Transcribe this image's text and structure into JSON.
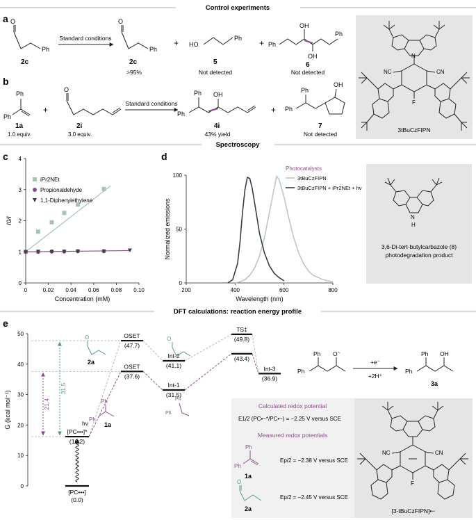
{
  "sections": {
    "control": "Control experiments",
    "spectroscopy": "Spectroscopy",
    "dft": "DFT calculations: reaction energy profile"
  },
  "panels": {
    "a": "a",
    "b": "b",
    "c": "c",
    "d": "d",
    "e": "e"
  },
  "panel_a": {
    "reactant": "2c",
    "conditions": "Standard conditions",
    "product1": "2c",
    "product1_note": ">95%",
    "product2": "5",
    "product2_note": "Not detected",
    "product3": "6",
    "product3_note": "Not detected",
    "plus": "+",
    "ph": "Ph",
    "ho": "HO",
    "oh": "OH",
    "o": "O"
  },
  "panel_b": {
    "reactant1": "1a",
    "reactant1_equiv": "1.0 equiv.",
    "reactant2": "2i",
    "reactant2_equiv": "3.0 equiv.",
    "conditions": "Standard conditions",
    "product1": "4i",
    "product1_note": "43% yield",
    "product2": "7",
    "product2_note": "Not detected"
  },
  "catalyst_top": {
    "name": "3tBuCzFIPN",
    "cn": "NC",
    "cn2": "CN",
    "f": "F",
    "n": "N"
  },
  "chart_c": {
    "type": "scatter",
    "ylabel": "I0/I",
    "xlabel": "Concentration (mM)",
    "xlim": [
      0,
      0.1
    ],
    "ylim": [
      0,
      4
    ],
    "xticks": [
      "0",
      "0.02",
      "0.04",
      "0.06",
      "0.08",
      "0.10"
    ],
    "yticks": [
      "0",
      "1",
      "2",
      "3",
      "4"
    ],
    "series": [
      {
        "name": "iPr2NEt",
        "color": "#a9c4b2",
        "x": [
          0,
          0.011,
          0.023,
          0.034,
          0.046,
          0.069
        ],
        "y": [
          1.0,
          1.65,
          1.95,
          2.25,
          2.52,
          3.02
        ],
        "fit": [
          [
            0,
            1.0
          ],
          [
            0.075,
            3.12
          ]
        ]
      },
      {
        "name": "Propionaldehyde",
        "color": "#8a4f8b",
        "x": [
          0,
          0.011,
          0.023,
          0.034,
          0.046,
          0.069
        ],
        "y": [
          1.0,
          1.0,
          1.01,
          1.01,
          1.02,
          1.02
        ],
        "fit": [
          [
            0,
            1.0
          ],
          [
            0.092,
            1.04
          ]
        ]
      },
      {
        "name": "1,1-Diphenylethylene",
        "color": "#3a3d46",
        "x": [
          0,
          0.011,
          0.023,
          0.034,
          0.046,
          0.069,
          0.092
        ],
        "y": [
          1.0,
          1.01,
          1.0,
          1.01,
          1.02,
          1.02,
          1.05
        ],
        "fit": null
      }
    ]
  },
  "chart_d": {
    "type": "line",
    "ylabel": "Normalized emissions",
    "xlabel": "Wavelength (nm)",
    "xlim": [
      200,
      800
    ],
    "ylim": [
      0,
      100
    ],
    "xticks": [
      "200",
      "400",
      "600",
      "800"
    ],
    "yticks": [
      "0",
      "50",
      "100"
    ],
    "legend_title": "Photocatalysts",
    "series": [
      {
        "name": "3tBuCzFIPN",
        "color": "#b9c9c0",
        "x": [
          400,
          420,
          440,
          460,
          480,
          500,
          520,
          540,
          560,
          570,
          580,
          600,
          620,
          640,
          660,
          680,
          700,
          720,
          760,
          800
        ],
        "y": [
          0,
          1,
          3,
          7,
          14,
          25,
          42,
          65,
          88,
          99,
          96,
          80,
          60,
          42,
          28,
          18,
          11,
          7,
          3,
          1
        ]
      },
      {
        "name": "3tBuCzFIPN + iPr2NEt + hv",
        "color": "#3a3d46",
        "x": [
          370,
          390,
          410,
          420,
          430,
          440,
          450,
          460,
          470,
          480,
          490,
          500,
          520,
          540,
          560,
          580,
          600
        ],
        "y": [
          0,
          3,
          18,
          38,
          65,
          86,
          98,
          97,
          88,
          74,
          60,
          46,
          28,
          16,
          9,
          5,
          2
        ]
      }
    ]
  },
  "carbazole_box": {
    "name_line1": "3,6-Di-tert-butylcarbazole (8)",
    "name_line2": "photodegradation product",
    "n": "N",
    "h": "H"
  },
  "chart_e": {
    "type": "energy-profile",
    "ylabel": "G (kcal mol⁻¹)",
    "ylim": [
      0,
      50
    ],
    "yticks": [
      "0",
      "10",
      "20",
      "30",
      "40",
      "50"
    ],
    "levels": [
      {
        "id": "pc",
        "label": "[PC•••]",
        "value": 0.0,
        "value_text": "(0.0)"
      },
      {
        "id": "pcstar",
        "label": "[PC•••]*",
        "value": 16.2,
        "value_text": "(16.2)"
      },
      {
        "id": "oset1",
        "label": "OSET",
        "value": 47.7,
        "value_text": "(47.7)"
      },
      {
        "id": "oset2",
        "label": "OSET",
        "value": 37.6,
        "value_text": "(37.6)"
      },
      {
        "id": "int2",
        "label": "Int-2",
        "value": 41.1,
        "value_text": "(41.1)"
      },
      {
        "id": "int1",
        "label": "Int-1",
        "value": 31.5,
        "value_text": "(31.5)"
      },
      {
        "id": "ts1",
        "label": "TS‡",
        "value": 49.8,
        "value_text": "(49.8)"
      },
      {
        "id": "ts2",
        "label": "",
        "value": 43.4,
        "value_text": "(43.4)"
      },
      {
        "id": "int3",
        "label": "Int-3",
        "value": 36.9,
        "value_text": "(36.9)"
      }
    ],
    "gap_labels": [
      "31.5",
      "21.4"
    ],
    "hv": "hν",
    "sub_2a": "2a",
    "sub_1a": "1a",
    "product": "3a",
    "electron": "+e⁻",
    "protons": "+2H⁺",
    "colors": {
      "grey": "#b8b8b8",
      "purple": "#8a4f8b",
      "teal": "#5b9a8b",
      "dark": "#333333"
    }
  },
  "redox_box": {
    "calc_title": "Calculated redox potential",
    "calc_eq": "E1/2 (PC•−*/PC•−) = −2.25 V versus SCE",
    "meas_title": "Measured redox potentials",
    "e1": "Ep/2 = −2.38 V versus SCE",
    "e2": "Ep/2 = −2.45 V versus SCE",
    "label_1a": "1a",
    "label_2a": "2a"
  },
  "catalyst_bottom": {
    "name": "[3-tBuCzFIPN]•−"
  }
}
